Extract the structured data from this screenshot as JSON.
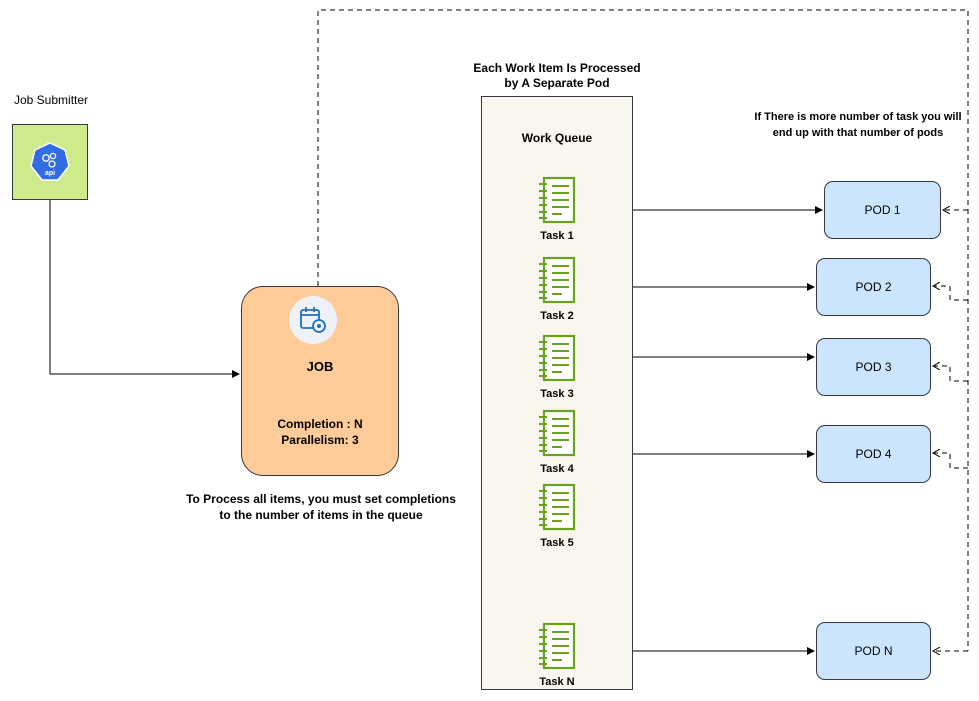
{
  "submitter": {
    "label": "Job Submitter",
    "icon": "kubernetes-api-icon",
    "icon_text": "api"
  },
  "job": {
    "title": "JOB",
    "completion": "Completion : N",
    "parallelism": "Parallelism: 3",
    "icon": "job-settings-icon"
  },
  "note_completions": {
    "line1": "To Process all items, you must set completions",
    "line2": "to the number of items in the queue"
  },
  "queue": {
    "heading_line1": "Each Work Item Is Processed",
    "heading_line2": "by A Separate Pod",
    "title": "Work Queue",
    "tasks": [
      "Task 1",
      "Task 2",
      "Task 3",
      "Task 4",
      "Task 5",
      "Task N"
    ]
  },
  "pods_note": {
    "line1": "If There is more number of task you will",
    "line2": "end up with that number of pods"
  },
  "pods": [
    "POD 1",
    "POD 2",
    "POD 3",
    "POD 4",
    "POD N"
  ],
  "colors": {
    "submitter_fill": "#cdeb8b",
    "job_fill": "#ffcc99",
    "queue_fill": "#f9f7ed",
    "pod_fill": "#cce5ff",
    "task_icon": "#6aa121",
    "k8s_blue": "#326ce5"
  }
}
